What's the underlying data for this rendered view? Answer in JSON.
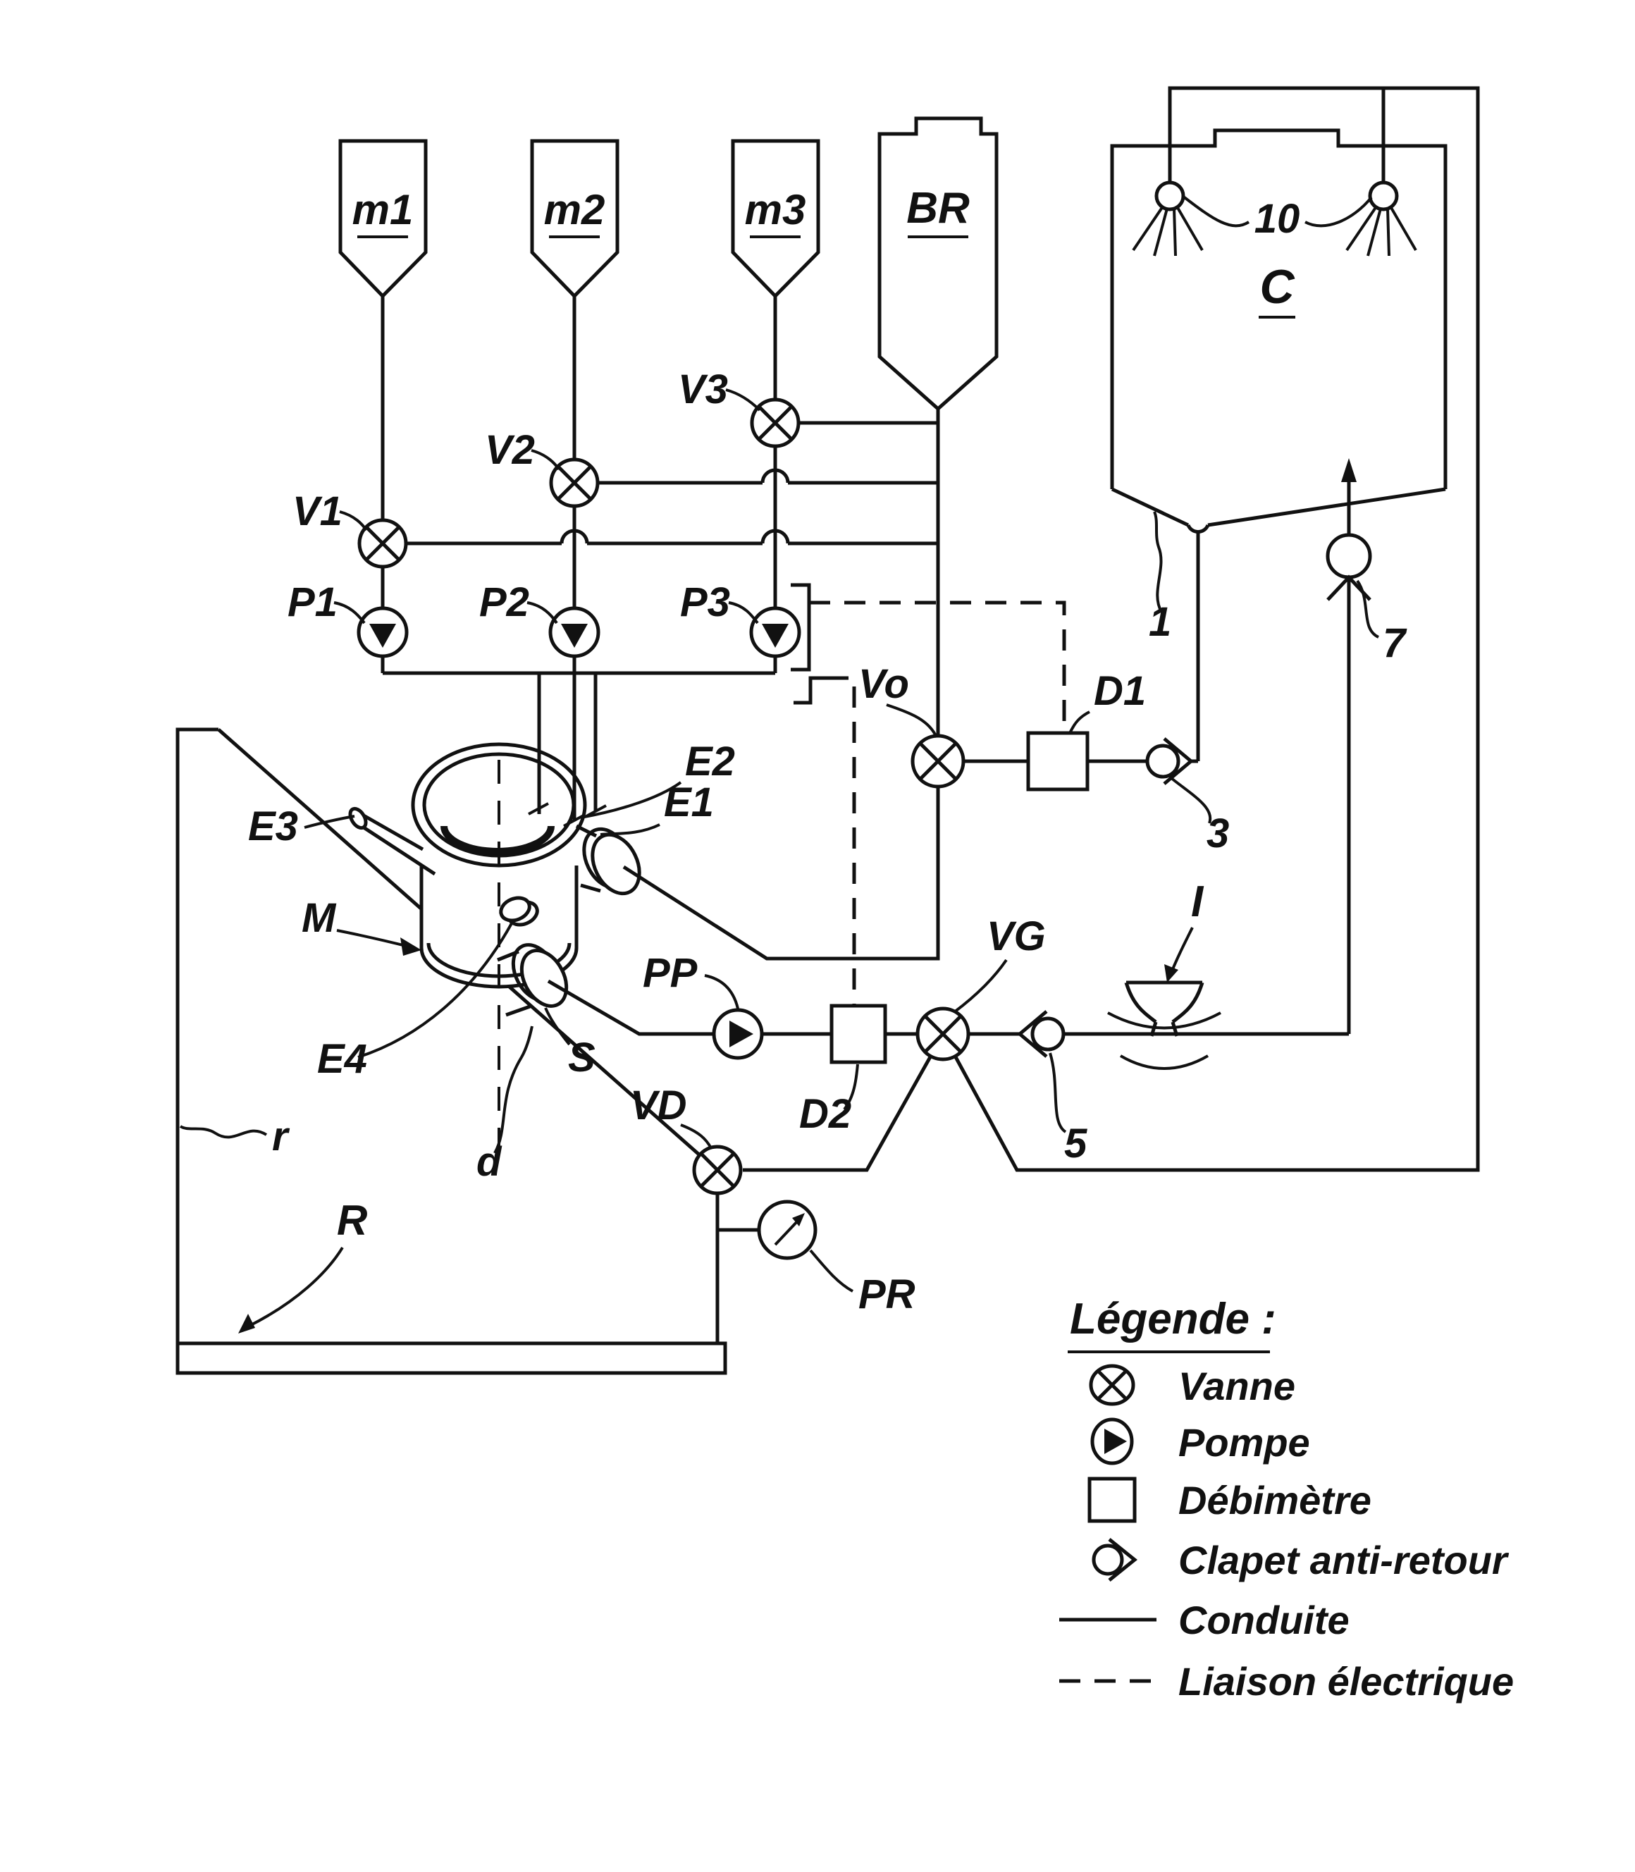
{
  "figure": {
    "hoppers": {
      "m1": "m1",
      "m2": "m2",
      "m3": "m3"
    },
    "rinse_tank_label": "BR",
    "container_label": "C",
    "nozzles_label": "10",
    "container_bottom_label": "1",
    "check_valves": {
      "c3": "3",
      "c5": "5",
      "c7": "7"
    },
    "valves": {
      "v1": "V1",
      "v2": "V2",
      "v3": "V3",
      "vo": "Vo",
      "vg": "VG",
      "vd": "VD"
    },
    "pumps": {
      "p1": "P1",
      "p2": "P2",
      "p3": "P3",
      "pp": "PP"
    },
    "flow_meters": {
      "d1": "D1",
      "d2": "D2"
    },
    "pressure_gauge_label": "PR",
    "mixer": {
      "label": "M",
      "e1": "E1",
      "e2": "E2",
      "e3": "E3",
      "e4": "E4",
      "outlet": "S"
    },
    "drain_pipe_label": "d",
    "recovery_tank": {
      "label": "R",
      "liquid": "r"
    },
    "funnel_label": "I",
    "legend": {
      "title": "Légende :",
      "vanne": "Vanne",
      "pompe": "Pompe",
      "debimetre": "Débimètre",
      "clapet": "Clapet anti-retour",
      "conduite": "Conduite",
      "liaison": "Liaison électrique"
    }
  }
}
